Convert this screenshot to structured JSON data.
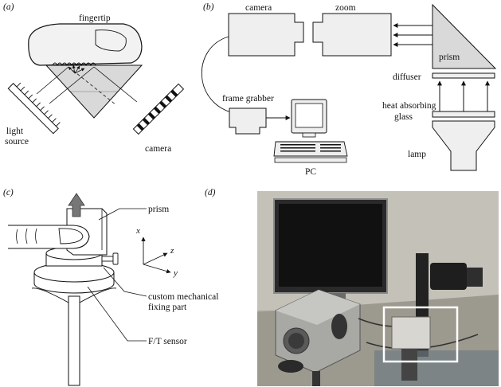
{
  "panels": {
    "a": {
      "tag": "(a)",
      "fingertip": "fingertip",
      "light_line1": "light",
      "light_line2": "source",
      "camera": "camera"
    },
    "b": {
      "tag": "(b)",
      "camera": "camera",
      "zoom": "zoom",
      "prism": "prism",
      "diffuser": "diffuser",
      "frame_grabber": "frame grabber",
      "heat_line1": "heat absorbing",
      "heat_line2": "glass",
      "pc": "PC",
      "lamp": "lamp"
    },
    "c": {
      "tag": "(c)",
      "prism": "prism",
      "fixing_line1": "custom mechanical",
      "fixing_line2": "fixing part",
      "sensor": "F/T sensor",
      "axis_x": "x",
      "axis_y": "y",
      "axis_z": "z"
    },
    "d": {
      "tag": "(d)"
    }
  },
  "colors": {
    "ink": "#111111",
    "prism_fill": "#d9d9d9",
    "box_fill": "#efefef",
    "arrow_fill": "#777777",
    "photo_dark": "#1a1a1a",
    "highlight_box": "#ffffff"
  }
}
